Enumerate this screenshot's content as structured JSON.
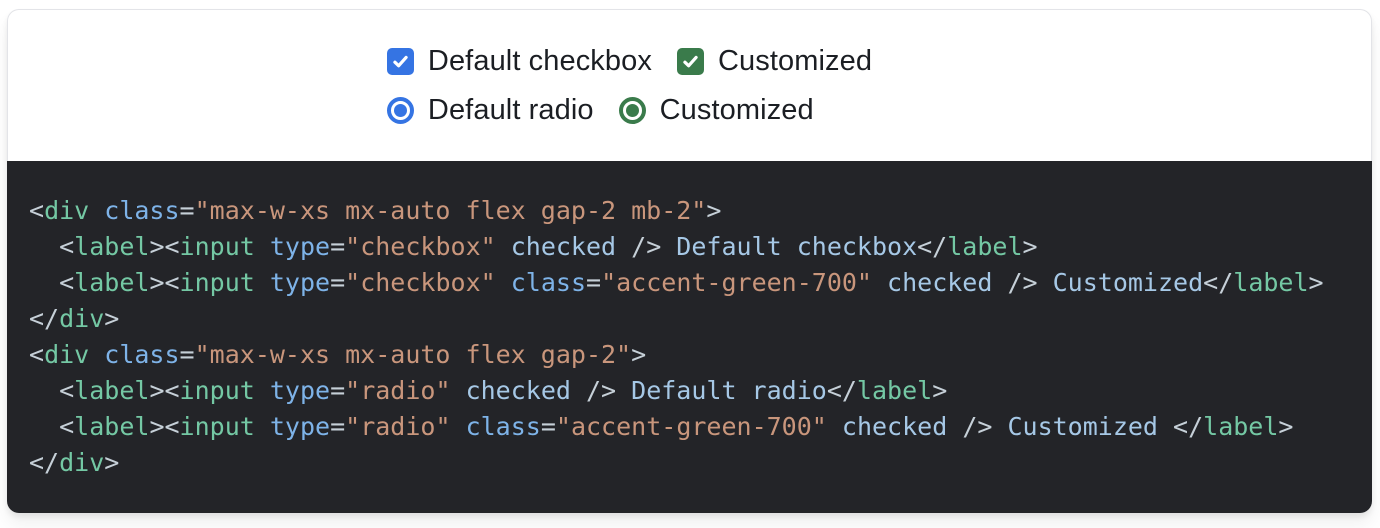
{
  "page": {
    "background": "#ffffff",
    "card_border": "#e3e4e8",
    "code_background": "#232428"
  },
  "icons": {
    "checkbox_check": "check-icon"
  },
  "demo": {
    "rows": [
      {
        "name": "checkbox-row",
        "controls": [
          {
            "kind": "checkbox",
            "name": "default-checkbox",
            "label": "Default checkbox",
            "accent": "#3574e3",
            "checked": true
          },
          {
            "kind": "checkbox",
            "name": "customized-checkbox",
            "label": "Customized",
            "accent": "#3a7b4b",
            "checked": true
          }
        ]
      },
      {
        "name": "radio-row",
        "controls": [
          {
            "kind": "radio",
            "name": "default-radio",
            "label": "Default radio",
            "accent": "#3574e3",
            "checked": true
          },
          {
            "kind": "radio",
            "name": "customized-radio",
            "label": "Customized",
            "accent": "#3a7b4b",
            "checked": true
          }
        ]
      }
    ]
  },
  "code": {
    "token_colors": {
      "punct": "#c6d0d8",
      "tag": "#74c8a4",
      "attr": "#7eb3e8",
      "string": "#c9967c",
      "text": "#a6c8e6"
    },
    "lines": [
      [
        {
          "t": "p",
          "v": "<"
        },
        {
          "t": "t",
          "v": "div"
        },
        {
          "t": "x",
          "v": " "
        },
        {
          "t": "a",
          "v": "class"
        },
        {
          "t": "p",
          "v": "="
        },
        {
          "t": "s",
          "v": "\"max-w-xs mx-auto flex gap-2 mb-2\""
        },
        {
          "t": "p",
          "v": ">"
        }
      ],
      [
        {
          "t": "x",
          "v": "  "
        },
        {
          "t": "p",
          "v": "<"
        },
        {
          "t": "t",
          "v": "label"
        },
        {
          "t": "p",
          "v": "><"
        },
        {
          "t": "t",
          "v": "input"
        },
        {
          "t": "x",
          "v": " "
        },
        {
          "t": "a",
          "v": "type"
        },
        {
          "t": "p",
          "v": "="
        },
        {
          "t": "s",
          "v": "\"checkbox\""
        },
        {
          "t": "x",
          "v": " checked "
        },
        {
          "t": "p",
          "v": "/>"
        },
        {
          "t": "x",
          "v": " Default checkbox"
        },
        {
          "t": "p",
          "v": "</"
        },
        {
          "t": "t",
          "v": "label"
        },
        {
          "t": "p",
          "v": ">"
        }
      ],
      [
        {
          "t": "x",
          "v": "  "
        },
        {
          "t": "p",
          "v": "<"
        },
        {
          "t": "t",
          "v": "label"
        },
        {
          "t": "p",
          "v": "><"
        },
        {
          "t": "t",
          "v": "input"
        },
        {
          "t": "x",
          "v": " "
        },
        {
          "t": "a",
          "v": "type"
        },
        {
          "t": "p",
          "v": "="
        },
        {
          "t": "s",
          "v": "\"checkbox\""
        },
        {
          "t": "x",
          "v": " "
        },
        {
          "t": "a",
          "v": "class"
        },
        {
          "t": "p",
          "v": "="
        },
        {
          "t": "s",
          "v": "\"accent-green-700\""
        },
        {
          "t": "x",
          "v": " checked "
        },
        {
          "t": "p",
          "v": "/>"
        },
        {
          "t": "x",
          "v": " Customized"
        },
        {
          "t": "p",
          "v": "</"
        },
        {
          "t": "t",
          "v": "label"
        },
        {
          "t": "p",
          "v": ">"
        }
      ],
      [
        {
          "t": "p",
          "v": "</"
        },
        {
          "t": "t",
          "v": "div"
        },
        {
          "t": "p",
          "v": ">"
        }
      ],
      [
        {
          "t": "p",
          "v": "<"
        },
        {
          "t": "t",
          "v": "div"
        },
        {
          "t": "x",
          "v": " "
        },
        {
          "t": "a",
          "v": "class"
        },
        {
          "t": "p",
          "v": "="
        },
        {
          "t": "s",
          "v": "\"max-w-xs mx-auto flex gap-2\""
        },
        {
          "t": "p",
          "v": ">"
        }
      ],
      [
        {
          "t": "x",
          "v": "  "
        },
        {
          "t": "p",
          "v": "<"
        },
        {
          "t": "t",
          "v": "label"
        },
        {
          "t": "p",
          "v": "><"
        },
        {
          "t": "t",
          "v": "input"
        },
        {
          "t": "x",
          "v": " "
        },
        {
          "t": "a",
          "v": "type"
        },
        {
          "t": "p",
          "v": "="
        },
        {
          "t": "s",
          "v": "\"radio\""
        },
        {
          "t": "x",
          "v": " checked "
        },
        {
          "t": "p",
          "v": "/>"
        },
        {
          "t": "x",
          "v": " Default radio"
        },
        {
          "t": "p",
          "v": "</"
        },
        {
          "t": "t",
          "v": "label"
        },
        {
          "t": "p",
          "v": ">"
        }
      ],
      [
        {
          "t": "x",
          "v": "  "
        },
        {
          "t": "p",
          "v": "<"
        },
        {
          "t": "t",
          "v": "label"
        },
        {
          "t": "p",
          "v": "><"
        },
        {
          "t": "t",
          "v": "input"
        },
        {
          "t": "x",
          "v": " "
        },
        {
          "t": "a",
          "v": "type"
        },
        {
          "t": "p",
          "v": "="
        },
        {
          "t": "s",
          "v": "\"radio\""
        },
        {
          "t": "x",
          "v": " "
        },
        {
          "t": "a",
          "v": "class"
        },
        {
          "t": "p",
          "v": "="
        },
        {
          "t": "s",
          "v": "\"accent-green-700\""
        },
        {
          "t": "x",
          "v": " checked "
        },
        {
          "t": "p",
          "v": "/>"
        },
        {
          "t": "x",
          "v": " Customized "
        },
        {
          "t": "p",
          "v": "</"
        },
        {
          "t": "t",
          "v": "label"
        },
        {
          "t": "p",
          "v": ">"
        }
      ],
      [
        {
          "t": "p",
          "v": "</"
        },
        {
          "t": "t",
          "v": "div"
        },
        {
          "t": "p",
          "v": ">"
        }
      ]
    ]
  }
}
